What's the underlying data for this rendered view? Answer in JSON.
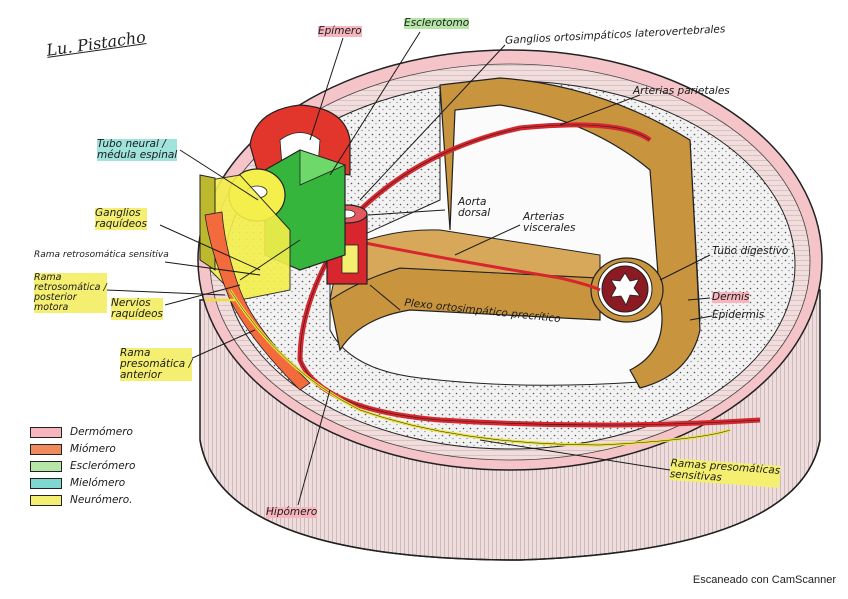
{
  "signature": "Lu. Pistacho",
  "labels": {
    "epimero": "Epímero",
    "esclerotomo": "Esclerotomo",
    "ganglios_ortosimpaticos": "Ganglios ortosimpáticos laterovertebrales",
    "arterias_parietales": "Arterias parietales",
    "tubo_neural": "Tubo neural /\nmédula espinal",
    "aorta_dorsal": "Aorta\ndorsal",
    "arterias_viscerales": "Arterias\nviscerales",
    "ganglios_raquideos": "Ganglios\nraquídeos",
    "rama_retrosomatica_sensitiva": "Rama retrosomática sensitiva",
    "rama_retrosomatica_motora": "Rama\nretrosomática /\nposterior\nmotora",
    "nervios_raquideos": "Nervios\nraquídeos",
    "tubo_digestivo": "Tubo digestivo",
    "dermis": "Dermis",
    "epidermis": "Epidermis",
    "plexo_ortosimpatico": "Plexo ortosimpático precrítico",
    "rama_presomatica_anterior": "Rama\npresomática /\nanterior",
    "ramas_presomaticas_sensitivas": "Ramas presomáticas\nsensitivas",
    "hipomero": "Hipómero"
  },
  "legend": [
    {
      "label": "Dermómero",
      "color": "#f7b5bd"
    },
    {
      "label": "Miómero",
      "color": "#f08a5d"
    },
    {
      "label": "Esclerómero",
      "color": "#b6e6a7"
    },
    {
      "label": "Mielómero",
      "color": "#7fd8d0"
    },
    {
      "label": "Neurómero.",
      "color": "#f4ef70"
    }
  ],
  "footer": "Escaneado con CamScanner"
}
